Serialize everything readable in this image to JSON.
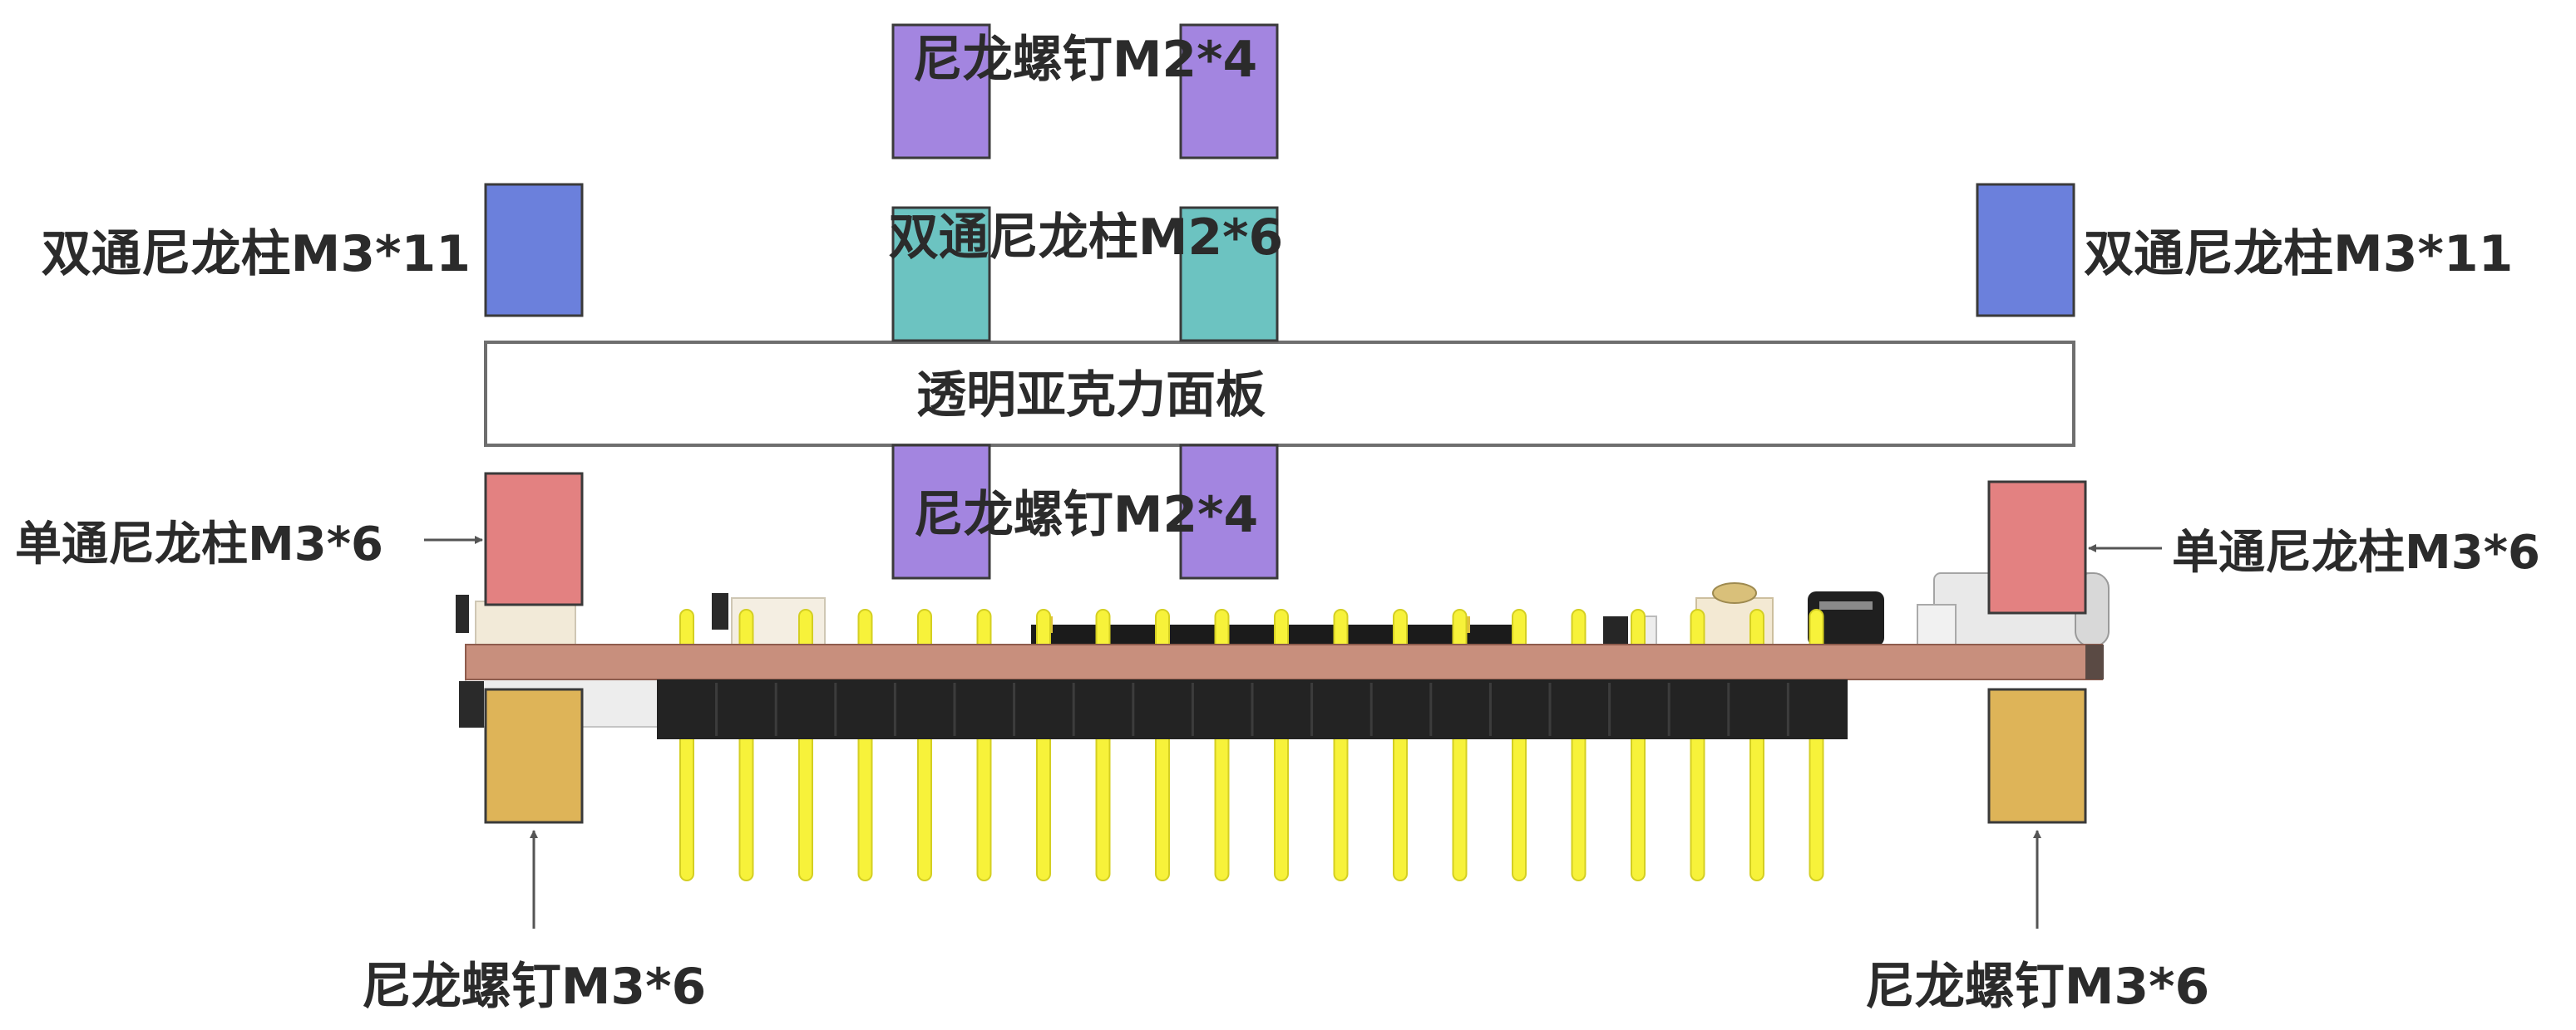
{
  "labels": {
    "screw_m2_top": "尼龙螺钉M2*4",
    "standoff_m2_6": "双通尼龙柱M2*6",
    "standoff_m3_11_left": "双通尼龙柱M3*11",
    "standoff_m3_11_right": "双通尼龙柱M3*11",
    "acrylic_panel": "透明亚克力面板",
    "screw_m2_bottom": "尼龙螺钉M2*4",
    "spacer_m3_6_left": "单通尼龙柱M3*6",
    "spacer_m3_6_right": "单通尼龙柱M3*6",
    "screw_m3_6_left": "尼龙螺钉M3*6",
    "screw_m3_6_right": "尼龙螺钉M3*6"
  },
  "colors": {
    "nylon_screw_m2": "#a385e0",
    "standoff_m3_11": "#6b80dc",
    "standoff_m2_6": "#6cc3c1",
    "spacer_m3_6": "#e38181",
    "screw_m3_6": "#deb458",
    "panel_fill": "#ffffff",
    "pcb": "#c88f7d",
    "header_body": "#232323",
    "pin": "#f7f23a",
    "arrow": "#555555"
  }
}
